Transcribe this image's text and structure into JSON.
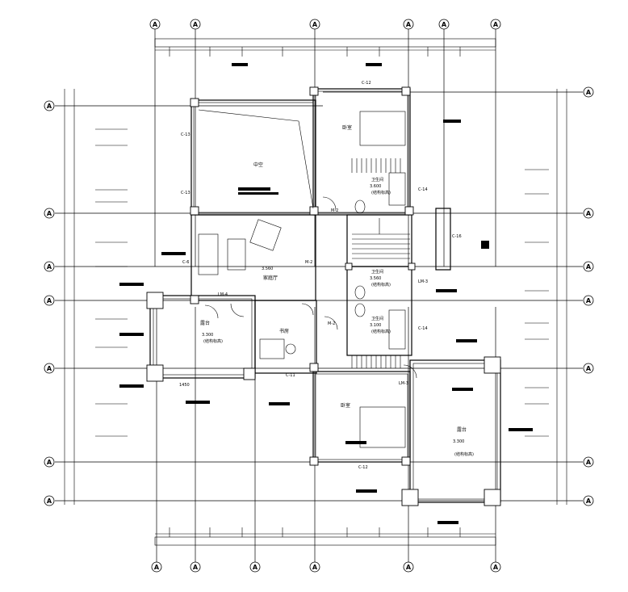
{
  "axis_bubble_label": "A",
  "rooms": {
    "bedroom_top": "卧室",
    "atrium": "中空",
    "living_room": "家庭厅",
    "bath_1": "卫生间",
    "bath_2": "卫生间",
    "bath_3": "卫生间",
    "terrace_left": "露台",
    "study": "书房",
    "bedroom_bottom": "卧室",
    "terrace_right": "露台"
  },
  "elevations": {
    "living": "3.560",
    "bath_1": "3.600",
    "bath_2": "3.560",
    "bath_3": "3.100",
    "terrace_left": "3.300",
    "terrace_right": "3.300"
  },
  "notes": {
    "bath_1": "(结构标高)",
    "bath_2": "(结构标高)",
    "bath_3": "(结构标高)",
    "terrace_left": "(结构标高)",
    "terrace_right": "(结构标高)"
  },
  "door_window_tags": {
    "c12_top": "C-12",
    "c12_bottom": "C-12",
    "c13_a": "C-13",
    "c13_b": "C-13",
    "c14_a": "C-14",
    "c14_b": "C-14",
    "c6": "C-6",
    "c16": "C-16",
    "c11": "C-11",
    "m2_a": "M-2",
    "m2_b": "M-2",
    "m2_c": "M-2",
    "lm4": "LM-4",
    "lm3": "LM-3",
    "lm_mid": "LM-3"
  },
  "dimension_text": {
    "terrace_dim": "1450"
  }
}
